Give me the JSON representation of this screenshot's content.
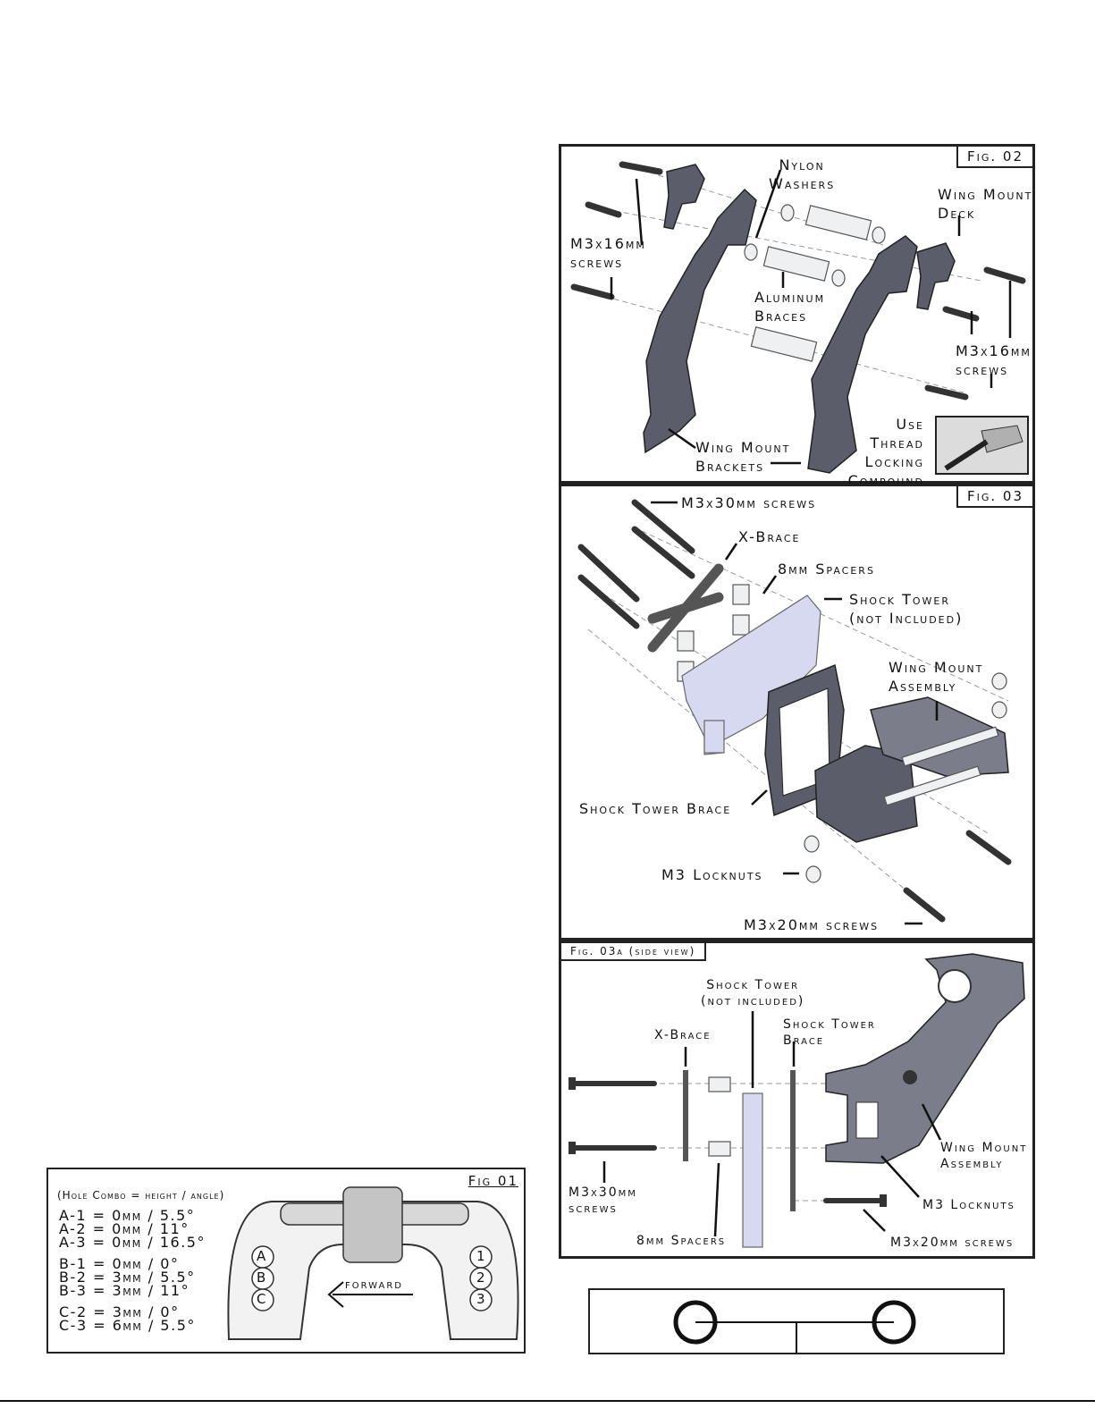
{
  "fig02": {
    "tag": "Fig. 02",
    "nylon_washers": [
      "Nylon",
      "Washers"
    ],
    "wing_mount_deck": [
      "Wing Mount",
      "Deck"
    ],
    "screws_left": [
      "M3x16mm",
      "screws"
    ],
    "screws_right": [
      "M3x16mm",
      "screws"
    ],
    "aluminum_braces": [
      "Aluminum",
      "Braces"
    ],
    "wing_mount_brackets": [
      "Wing Mount",
      "Brackets"
    ],
    "thread_lock": [
      "Use",
      "Thread",
      "Locking",
      "Compound"
    ]
  },
  "fig03": {
    "tag": "Fig. 03",
    "m3x30": "M3x30mm screws",
    "x_brace": "X-Brace",
    "spacers": "8mm Spacers",
    "shock_tower": [
      "Shock Tower",
      "(not Included)"
    ],
    "wing_mount_assembly": [
      "Wing Mount",
      "Assembly"
    ],
    "shock_tower_brace": "Shock Tower Brace",
    "locknuts": "M3 Locknuts",
    "m3x20": "M3x20mm screws"
  },
  "fig03a": {
    "tag": "Fig. 03a (side view)",
    "shock_tower": [
      "Shock Tower",
      "(not included)"
    ],
    "shock_tower_brace": [
      "Shock Tower",
      "Brace"
    ],
    "x_brace": "X-Brace",
    "m3x30": [
      "M3x30mm",
      "screws"
    ],
    "spacers": "8mm Spacers",
    "wing_mount_assembly": [
      "Wing Mount",
      "Assembly"
    ],
    "locknuts": "M3 Locknuts",
    "m3x20": "M3x20mm screws"
  },
  "fig01": {
    "tag": "Fig 01",
    "legend": "(Hole Combo = height / angle)",
    "group_a": [
      "A-1 = 0mm / 5.5°",
      "A-2 = 0mm / 11°",
      "A-3 = 0mm / 16.5°"
    ],
    "group_b": [
      "B-1 = 0mm / 0°",
      "B-2 = 3mm / 5.5°",
      "B-3 = 3mm / 11°"
    ],
    "group_c": [
      "C-2 = 3mm / 0°",
      "C-3 = 6mm / 5.5°"
    ],
    "holes_left": [
      "A",
      "B",
      "C"
    ],
    "holes_right": [
      "1",
      "2",
      "3"
    ],
    "forward": "forward"
  }
}
